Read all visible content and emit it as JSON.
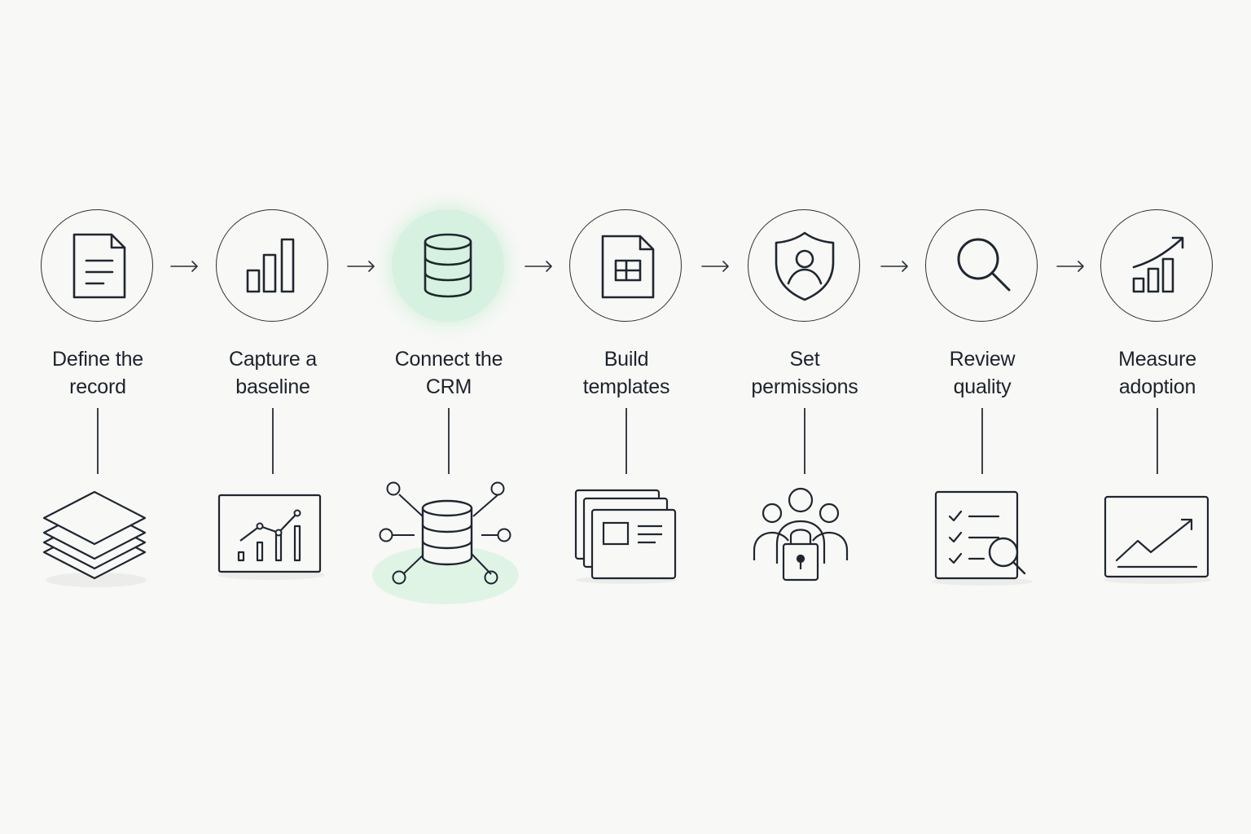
{
  "steps": [
    {
      "line1": "Define the",
      "line2": "record",
      "icon": "document-icon",
      "bottom_icon": "layers-icon"
    },
    {
      "line1": "Capture a",
      "line2": "baseline",
      "icon": "bar-chart-icon",
      "bottom_icon": "chart-board-icon"
    },
    {
      "line1": "Connect the",
      "line2": "CRM",
      "icon": "database-icon",
      "bottom_icon": "database-network-icon",
      "active": true
    },
    {
      "line1": "Build",
      "line2": "templates",
      "icon": "template-document-icon",
      "bottom_icon": "stacked-templates-icon"
    },
    {
      "line1": "Set",
      "line2": "permissions",
      "icon": "shield-user-icon",
      "bottom_icon": "team-lock-icon"
    },
    {
      "line1": "Review",
      "line2": "quality",
      "icon": "magnifier-icon",
      "bottom_icon": "checklist-search-icon"
    },
    {
      "line1": "Measure",
      "line2": "adoption",
      "icon": "growth-chart-icon",
      "bottom_icon": "trend-board-icon"
    }
  ],
  "colors": {
    "background": "#f8f8f6",
    "stroke": "#2b3138",
    "accent": "#d6f1df"
  }
}
